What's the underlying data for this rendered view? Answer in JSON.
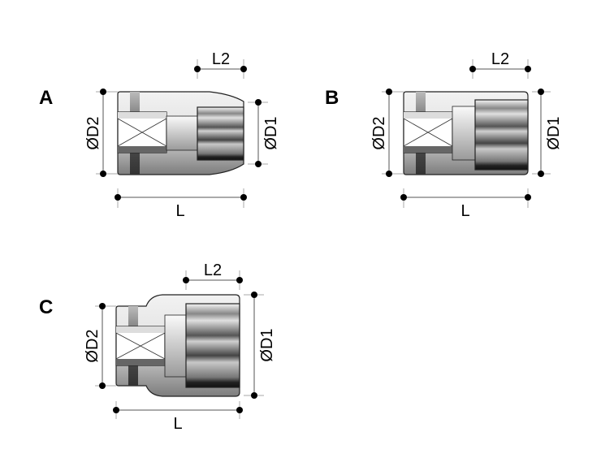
{
  "variants": [
    {
      "id": "A",
      "labels": {
        "d2": "ØD2",
        "d1": "ØD1",
        "l2": "L2",
        "l": "L"
      }
    },
    {
      "id": "B",
      "labels": {
        "d2": "ØD2",
        "d1": "ØD1",
        "l2": "L2",
        "l": "L"
      }
    },
    {
      "id": "C",
      "labels": {
        "d2": "ØD2",
        "d1": "ØD1",
        "l2": "L2",
        "l": "L"
      }
    }
  ],
  "colors": {
    "body_light": "#ececec",
    "body_dark": "#8a8a8a",
    "ink": "#000000"
  }
}
